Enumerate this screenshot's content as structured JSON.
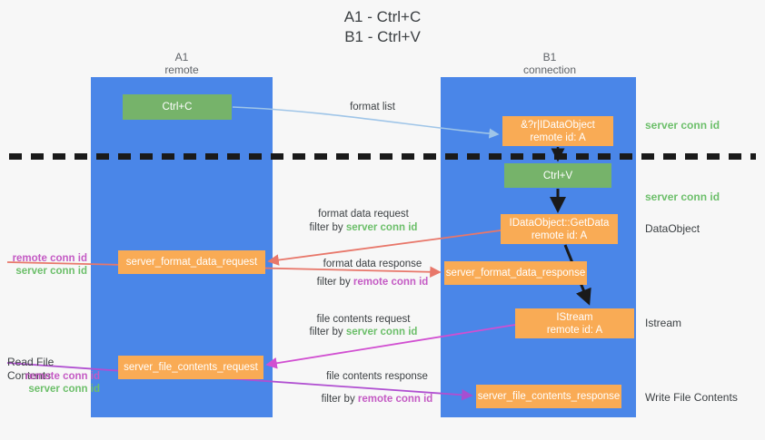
{
  "title": "A1 - Ctrl+C\nB1 - Ctrl+V",
  "columns": {
    "left": "A1\nremote",
    "right": "B1\nconnection"
  },
  "colors": {
    "lane": "#4a86e8",
    "orange_node": "#f9ab55",
    "green_node": "#76b36a",
    "green_text": "#6cbf6a",
    "purple_text": "#c45ac4",
    "arrow_red": "#e8776a",
    "arrow_blue": "#9fc5e8",
    "arrow_magenta": "#d14fd1",
    "arrow_purple": "#a64fd1",
    "arrow_black": "#1a1a1a",
    "background": "#f7f7f7"
  },
  "nodes": {
    "ctrl_c": "Ctrl+C",
    "ctrl_v": "Ctrl+V",
    "idataobject": {
      "line1": "&?r|IDataObject",
      "line2": "remote id: A"
    },
    "getdata": {
      "line1": "IDataObject::GetData",
      "line2": "remote id: A"
    },
    "istream": {
      "line1": "IStream",
      "line2": "remote id: A"
    },
    "server_format_data_request": "server_format_data_request",
    "server_format_data_response": "server_format_data_response",
    "server_file_contents_request": "server_file_contents_request",
    "server_file_contents_response": "server_file_contents_response"
  },
  "side_labels": {
    "server_conn_id_1": "server conn id",
    "server_conn_id_2": "server conn id",
    "dataobject": "DataObject",
    "istream": "Istream",
    "write_file_contents": "Write File Contents"
  },
  "left_labels": {
    "remote_conn_id_1": "remote conn id",
    "server_conn_id_1": "server conn id",
    "read_file_contents": "Read File Contents",
    "remote_conn_id_2": "remote conn id",
    "server_conn_id_2": "server conn id"
  },
  "annotations": {
    "format_list": "format list",
    "format_data_request": "format data request",
    "filter_by_label_1": "filter by ",
    "filter_by_value_1": "server conn id",
    "format_data_response": "format data response",
    "filter_by_label_2": "filter by ",
    "filter_by_value_2": "remote conn id",
    "file_contents_request": "file contents request",
    "filter_by_label_3": "filter by ",
    "filter_by_value_3": "server conn id",
    "file_contents_response": "file contents response",
    "filter_by_label_4": "filter by ",
    "filter_by_value_4": "remote conn id"
  }
}
